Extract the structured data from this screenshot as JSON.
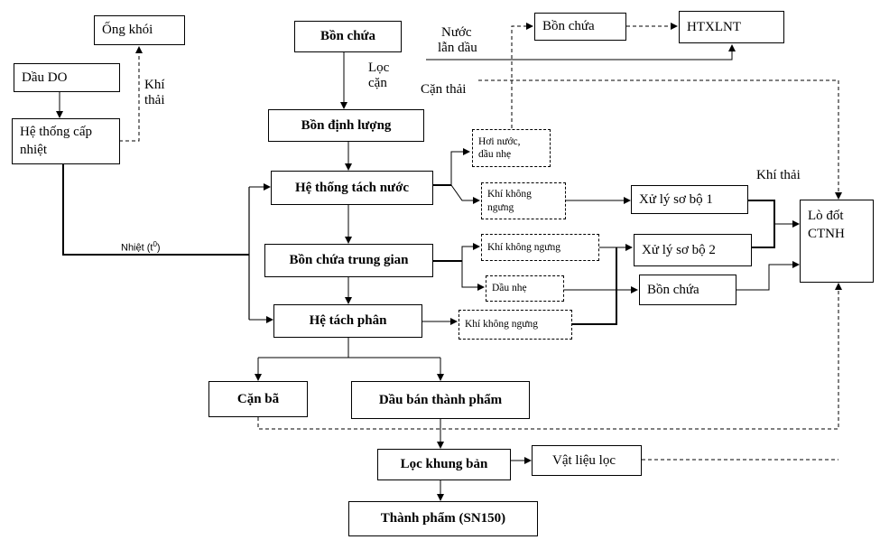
{
  "nodes": {
    "ong_khoi": "Ống khói",
    "dau_do": "Dầu DO",
    "he_thong_cap_nhiet_1": "Hệ thống cấp",
    "he_thong_cap_nhiet_2": "nhiệt",
    "bon_chua_top": "Bồn chứa",
    "bon_dinh_luong": "Bồn định lượng",
    "he_thong_tach_nuoc": "Hệ thống tách nước",
    "bon_chua_trung_gian": "Bồn chứa trung gian",
    "he_tach_phan": "Hệ tách phân",
    "can_ba": "Cặn bã",
    "dau_ban_thanh_pham": "Dầu bán thành phẩm",
    "loc_khung_ban": "Lọc khung bản",
    "thanh_pham": "Thành phẩm (SN150)",
    "vat_lieu_loc": "Vật liệu lọc",
    "bon_chua_right_top": "Bồn chứa",
    "htxlnt": "HTXLNT",
    "hoi_nuoc_1": "Hơi nước,",
    "hoi_nuoc_2": "dầu nhẹ",
    "khi_khong_ngung_1a": "Khí không",
    "khi_khong_ngung_1b": "ngưng",
    "khi_khong_ngung_2": "Khí không ngưng",
    "dau_nhe": "Dầu nhẹ",
    "khi_khong_ngung_3": "Khí không ngưng",
    "xu_ly_so_bo_1": "Xử lý sơ bộ 1",
    "xu_ly_so_bo_2": "Xử lý sơ bộ 2",
    "bon_chua_right_bottom": "Bồn chứa",
    "lo_dot_1": "Lò đốt",
    "lo_dot_2": "CTNH"
  },
  "labels": {
    "khi_thai_left_1": "Khí",
    "khi_thai_left_2": "thải",
    "loc_can_1": "Lọc",
    "loc_can_2": "cặn",
    "nuoc_lan_dau_1": "Nước",
    "nuoc_lan_dau_2": "lẫn dầu",
    "can_thai": "Cặn thải",
    "khi_thai_right": "Khí thải",
    "nhiet": "Nhiệt (t",
    "nhiet_sup": "0",
    "nhiet_end": ")"
  }
}
